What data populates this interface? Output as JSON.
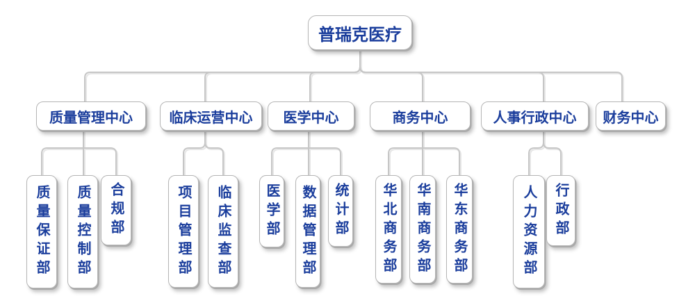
{
  "colors": {
    "text-blue": "#1a3d9c",
    "line-gray": "#c6c6c6",
    "line-shadow": "#e6e6e6",
    "box-border": "#b5b5b5",
    "box-bg": "#ffffff"
  },
  "org": {
    "root": {
      "label": "普瑞克医疗"
    },
    "centers": [
      {
        "label": "质量管理中心",
        "departments": [
          {
            "label": "质量保证部"
          },
          {
            "label": "质量控制部"
          },
          {
            "label": "合规部"
          }
        ]
      },
      {
        "label": "临床运营中心",
        "departments": [
          {
            "label": "项目管理部"
          },
          {
            "label": "临床监查部"
          }
        ]
      },
      {
        "label": "医学中心",
        "departments": [
          {
            "label": "医学部"
          },
          {
            "label": "数据管理部"
          },
          {
            "label": "统计部"
          }
        ]
      },
      {
        "label": "商务中心",
        "departments": [
          {
            "label": "华北商务部"
          },
          {
            "label": "华南商务部"
          },
          {
            "label": "华东商务部"
          }
        ]
      },
      {
        "label": "人事行政中心",
        "departments": [
          {
            "label": "人力资源部"
          },
          {
            "label": "行政部"
          }
        ]
      },
      {
        "label": "财务中心",
        "departments": []
      }
    ]
  }
}
